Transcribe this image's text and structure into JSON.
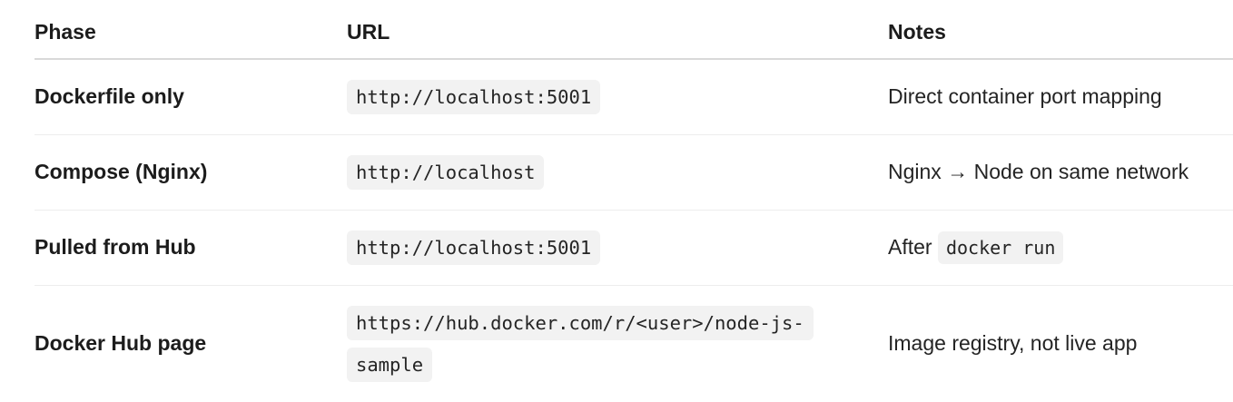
{
  "table": {
    "columns": [
      {
        "id": "phase",
        "label": "Phase"
      },
      {
        "id": "url",
        "label": "URL"
      },
      {
        "id": "notes",
        "label": "Notes"
      }
    ],
    "rows": [
      {
        "phase": "Dockerfile only",
        "url_code": "http://localhost:5001",
        "notes": [
          {
            "type": "text",
            "value": "Direct container port mapping"
          }
        ]
      },
      {
        "phase": "Compose (Nginx)",
        "url_code": "http://localhost",
        "notes": [
          {
            "type": "text",
            "value": "Nginx → Node on same network"
          }
        ]
      },
      {
        "phase": "Pulled from Hub",
        "url_code": "http://localhost:5001",
        "notes": [
          {
            "type": "text",
            "value": "After "
          },
          {
            "type": "code",
            "value": "docker run"
          }
        ]
      },
      {
        "phase": "Docker Hub page",
        "url_code": "https://hub.docker.com/r/<user>/node-js-sample",
        "notes": [
          {
            "type": "text",
            "value": "Image registry, not live app"
          }
        ]
      }
    ]
  },
  "colors": {
    "code_chip_bg": "#f2f2f2",
    "header_border": "#d9d9d9",
    "row_border": "#ededed",
    "text": "#242424"
  }
}
